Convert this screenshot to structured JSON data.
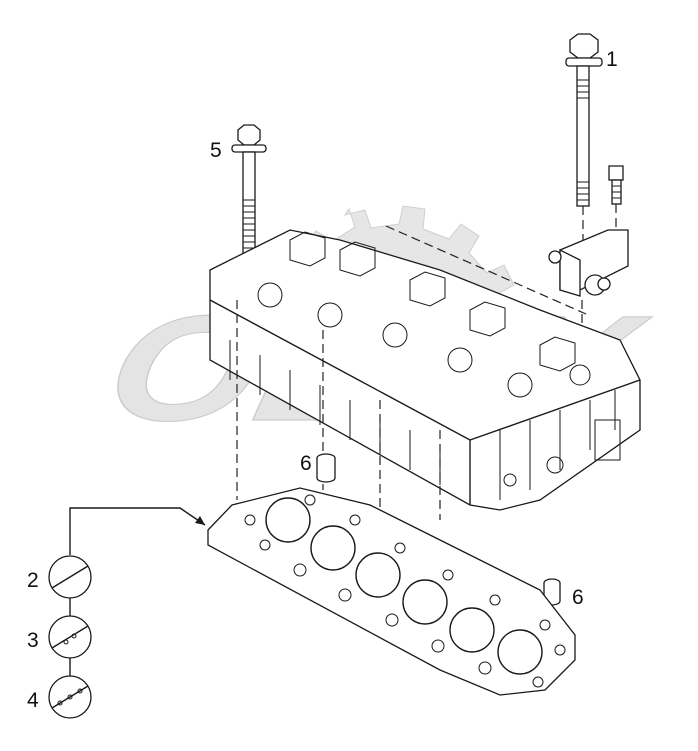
{
  "watermark": {
    "text": "OLEX"
  },
  "callouts": [
    {
      "id": "1",
      "label": "1"
    },
    {
      "id": "2",
      "label": "2"
    },
    {
      "id": "3",
      "label": "3"
    },
    {
      "id": "4",
      "label": "4"
    },
    {
      "id": "5",
      "label": "5"
    },
    {
      "id": "6a",
      "label": "6"
    },
    {
      "id": "6b",
      "label": "6"
    }
  ],
  "parts": [
    {
      "id": "1",
      "name": "long-bolt"
    },
    {
      "id": "2",
      "name": "gasket-variant-1"
    },
    {
      "id": "3",
      "name": "gasket-variant-2"
    },
    {
      "id": "4",
      "name": "gasket-variant-3"
    },
    {
      "id": "5",
      "name": "cylinder-head-bolt"
    },
    {
      "id": "6",
      "name": "dowel-pin"
    }
  ],
  "colors": {
    "line": "#1a1a1a",
    "watermark": "#e4e4e4",
    "background": "#ffffff"
  }
}
